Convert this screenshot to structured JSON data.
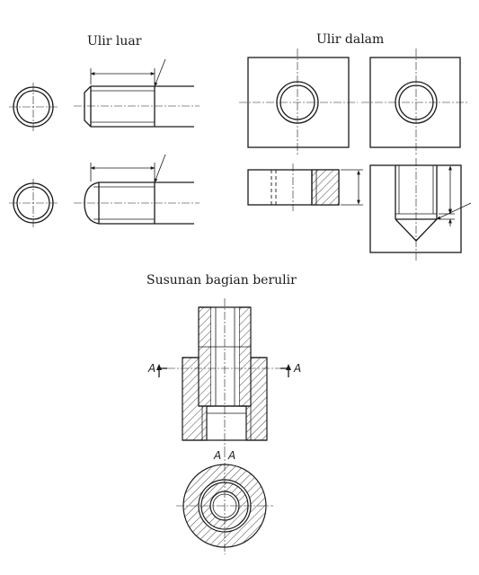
{
  "labels": {
    "external_thread": "Ulir luar",
    "internal_thread": "Ulir dalam",
    "assembly": "Susunan bagian berulir",
    "section_mark": "A"
  },
  "colors": {
    "ink": "#1a1a1a",
    "paper": "#ffffff"
  }
}
